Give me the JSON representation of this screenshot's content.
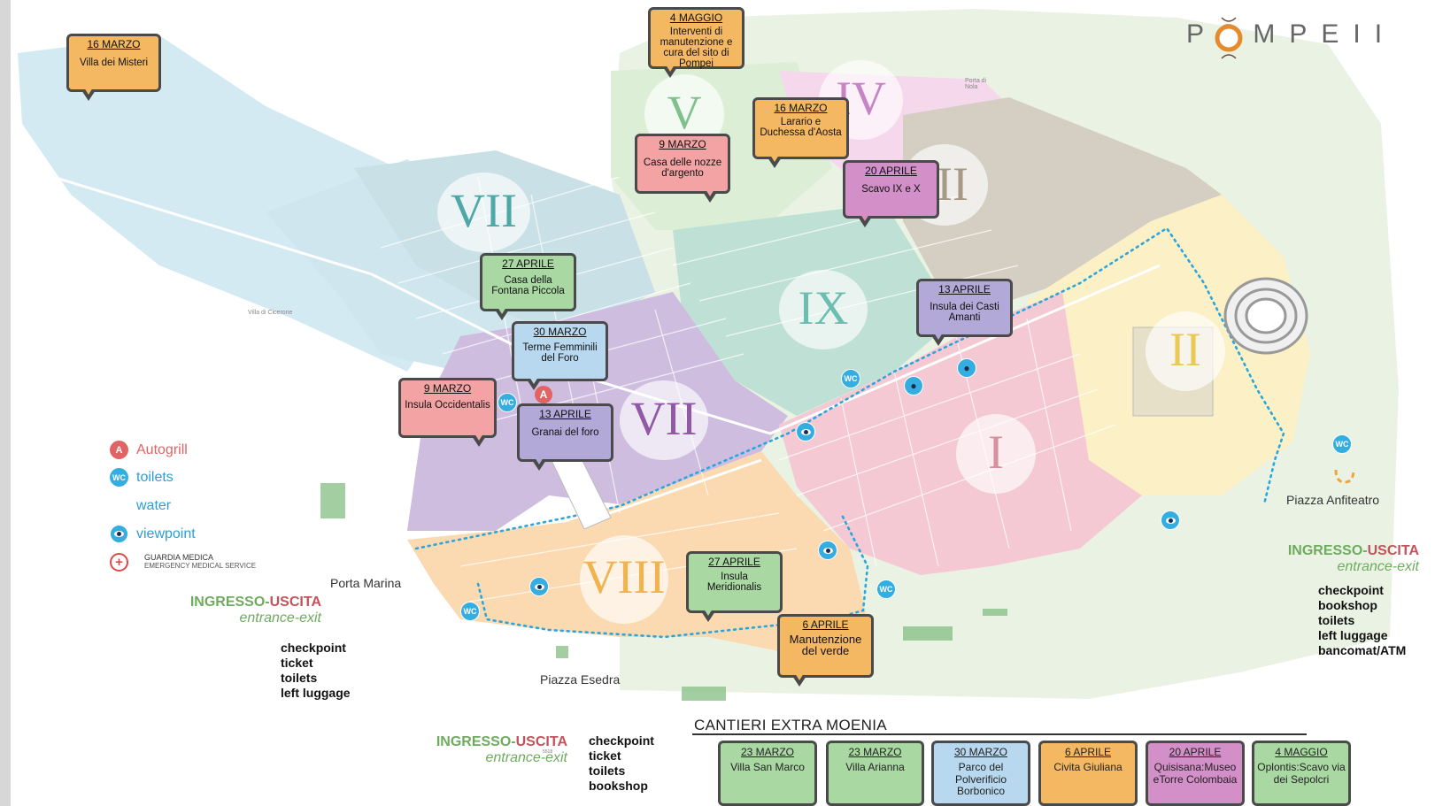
{
  "logo": {
    "text": "POMPEII",
    "colors": {
      "ring": "#e58a2d",
      "letters": "#666666"
    }
  },
  "colors": {
    "orange": "#f5b862",
    "pink": "#f3a3a3",
    "green": "#a9d8a3",
    "blue": "#b7d8ee",
    "lavender": "#b3a9d8",
    "magenta": "#d38fc8",
    "purple_zone": "#c7b3db",
    "teal_zone": "#b8ddd0",
    "grey_zone": "#d4cfc5",
    "yellow_zone": "#fbf1c4",
    "rose_zone": "#f4c9d3",
    "light_green": "#e4f0dc",
    "light_blue": "#cde7ef",
    "peach_zone": "#fbd9b0",
    "legend_blue": "#2a9fd8",
    "autogrill_red": "#e16465"
  },
  "regions": [
    {
      "id": "V",
      "color": "#7fc08f"
    },
    {
      "id": "IV",
      "color": "#c784c4"
    },
    {
      "id": "III",
      "color": "#a69a86"
    },
    {
      "id": "VII",
      "color": "#4fa7a6"
    },
    {
      "id": "IX",
      "color": "#6cbfb0"
    },
    {
      "id": "II",
      "color": "#ecc952"
    },
    {
      "id": "VII",
      "color": "#8f59a6"
    },
    {
      "id": "I",
      "color": "#d7919e"
    },
    {
      "id": "VIII",
      "color": "#f0b350"
    }
  ],
  "callouts": [
    {
      "date": "16 MARZO",
      "title": "Villa dei Misteri"
    },
    {
      "date": "4 MAGGIO",
      "title": "Interventi di manutenzione e cura del sito di Pompei"
    },
    {
      "date": "16 MARZO",
      "title": "Larario e Duchessa d'Aosta"
    },
    {
      "date": "9 MARZO",
      "title": "Casa delle nozze d'argento"
    },
    {
      "date": "20 APRILE",
      "title": "Scavo IX e X"
    },
    {
      "date": "27 APRILE",
      "title": "Casa della Fontana Piccola"
    },
    {
      "date": "13 APRILE",
      "title": "Insula dei Casti Amanti"
    },
    {
      "date": "30 MARZO",
      "title": "Terme Femminili del Foro"
    },
    {
      "date": "9 MARZO",
      "title": "Insula Occidentalis"
    },
    {
      "date": "13 APRILE",
      "title": "Granai del foro"
    },
    {
      "date": "27 APRILE",
      "title": "Insula Meridionalis"
    },
    {
      "date": "6 APRILE",
      "title": "Manutenzione del verde"
    }
  ],
  "legend": [
    {
      "icon": "A",
      "label": "Autogrill"
    },
    {
      "icon": "WC",
      "label": "toilets"
    },
    {
      "icon": "",
      "label": "water"
    },
    {
      "icon": "",
      "label": "viewpoint"
    },
    {
      "icon": "+",
      "label": "GUARDIA MEDICA",
      "sublabel": "EMERGENCY MEDICAL SERVICE"
    }
  ],
  "map_icons": {
    "wc": "WC",
    "autogrill": "A"
  },
  "places": {
    "porta_marina": "Porta Marina",
    "piazza_esedra": "Piazza Esedra",
    "piazza_anfiteatro": "Piazza Anfiteatro",
    "porta_nola": "Porta di Nola",
    "villa_cicerone": "Villa di Cicerone"
  },
  "entrances": [
    {
      "word_a": "INGRESSO-",
      "word_b": "USCITA",
      "sub": "entrance-exit",
      "services": [
        "checkpoint",
        "ticket",
        "toilets",
        "left luggage"
      ]
    },
    {
      "word_a": "INGRESSO-",
      "word_b": "USCITA",
      "sub": "entrance-exit",
      "services": [
        "checkpoint",
        "bookshop",
        "toilets",
        "left luggage",
        "bancomat/ATM"
      ]
    },
    {
      "word_a": "INGRESSO-",
      "word_b": "USCITA",
      "sub": "entrance-exit",
      "services": [
        "checkpoint",
        "ticket",
        "toilets",
        "bookshop"
      ]
    }
  ],
  "tiny_note": "5518",
  "cantieri": {
    "title": "CANTIERI EXTRA MOENIA",
    "items": [
      {
        "date": "23 MARZO",
        "title": "Villa San Marco"
      },
      {
        "date": "23 MARZO",
        "title": "Villa Arianna"
      },
      {
        "date": "30 MARZO",
        "title": "Parco del Polverificio Borbonico"
      },
      {
        "date": "6 APRILE",
        "title": "Civita Giuliana"
      },
      {
        "date": "20 APRILE",
        "title": "Quisisana:Museo eTorre Colombaia"
      },
      {
        "date": "4 MAGGIO",
        "title": "Oplontis:Scavo via dei Sepolcri"
      }
    ]
  }
}
